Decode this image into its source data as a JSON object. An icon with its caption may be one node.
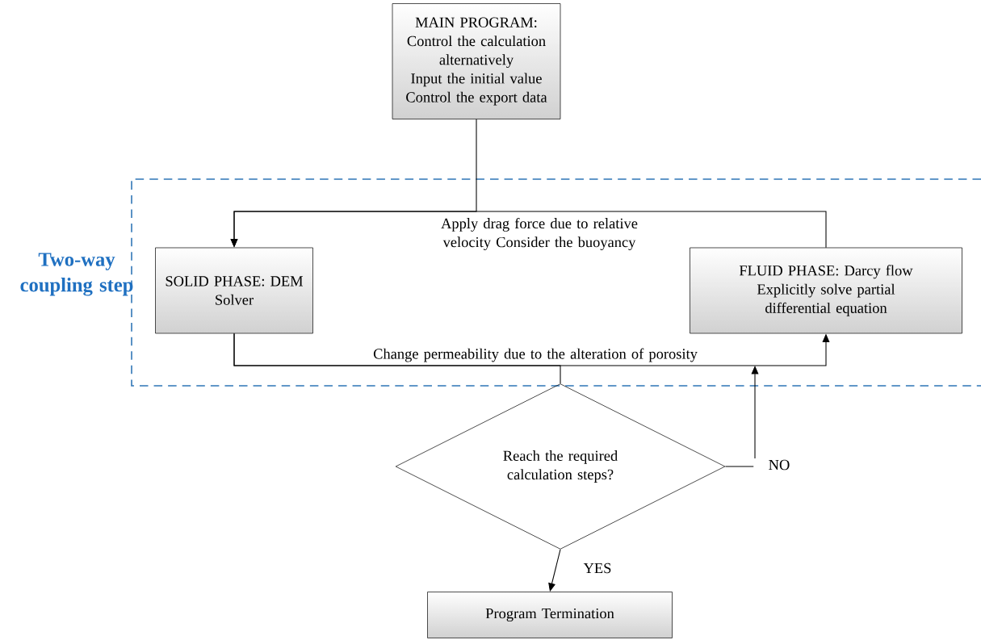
{
  "diagram": {
    "nodes": [
      {
        "text": [
          "MAIN PROGRAM:",
          "Control the calculation alternatively",
          "Input the initial value",
          "Control the export data"
        ]
      },
      {
        "text": [
          "Two-way coupling step"
        ]
      },
      {
        "text": [
          "SOLID PHASE: DEM",
          "Solver"
        ],
        "in": 1
      },
      {
        "text": [
          "FLUID PHASE: Darcy flow",
          "Explicitly solve partial differential equation"
        ],
        "in": 1
      },
      {
        "text": [
          "Reach the required calculation steps?"
        ]
      },
      {
        "text": [
          "Program Termination"
        ]
      }
    ],
    "edges": [
      {
        "from": 0,
        "to": 2,
        "arrow": "to"
      },
      {
        "from": 3,
        "to": 2,
        "arrow": "to",
        "label": "Apply drag force due to relative velocity Consider the buoyancy"
      },
      {
        "from": 2,
        "to": 3,
        "arrow": "to",
        "label": "Change permeability due to the alteration of porosity"
      },
      {
        "from": 2,
        "to": 4,
        "arrow": "none"
      },
      {
        "from": 4,
        "to": 3,
        "arrow": "to",
        "label": "NO"
      },
      {
        "from": 4,
        "to": 5,
        "arrow": "to",
        "label": "YES"
      }
    ]
  }
}
